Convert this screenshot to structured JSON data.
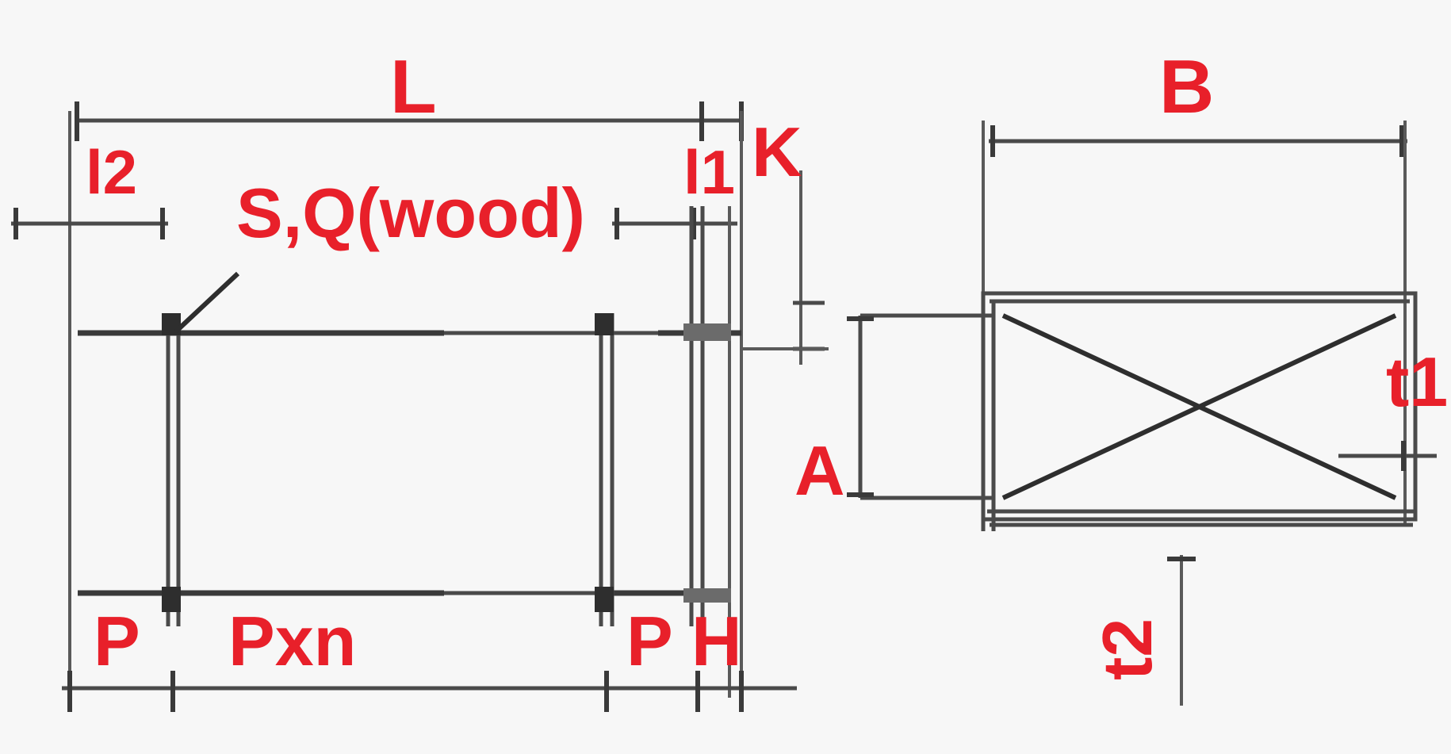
{
  "drawing": {
    "type": "engineering-dimension-drawing",
    "background_color": "#f7f7f7",
    "line_color": "#3a3a3a",
    "label_color": "#e8202a",
    "views": [
      {
        "name": "side-elevation",
        "position": "left",
        "description": "Side elevation of a frame with two vertical posts, upper and lower horizontal rails, wood pads and dimension lines."
      },
      {
        "name": "end-elevation",
        "position": "right",
        "description": "End elevation of the same frame showing a rectangle with diagonal X cross bracing."
      }
    ],
    "labels": {
      "L": "L",
      "l2": "l2",
      "l1": "l1",
      "K": "K",
      "material_note": "S,Q(wood)",
      "P_left": "P",
      "Pxn": "Pxn",
      "P_right": "P",
      "H": "H",
      "B": "B",
      "A": "A",
      "t1": "t1",
      "t2": "t2"
    },
    "dimension_lines": [
      {
        "name": "L",
        "orientation": "horizontal",
        "view": "side-elevation",
        "label": "L"
      },
      {
        "name": "l2",
        "orientation": "horizontal",
        "view": "side-elevation",
        "label": "l2"
      },
      {
        "name": "l1",
        "orientation": "horizontal",
        "view": "side-elevation",
        "label": "l1"
      },
      {
        "name": "K",
        "orientation": "vertical",
        "view": "side-elevation",
        "label": "K"
      },
      {
        "name": "P",
        "orientation": "horizontal",
        "view": "side-elevation",
        "label": "P"
      },
      {
        "name": "Pxn",
        "orientation": "horizontal",
        "view": "side-elevation",
        "label": "Pxn"
      },
      {
        "name": "H",
        "orientation": "horizontal",
        "view": "side-elevation",
        "label": "H"
      },
      {
        "name": "B",
        "orientation": "horizontal",
        "view": "end-elevation",
        "label": "B"
      },
      {
        "name": "A",
        "orientation": "vertical",
        "view": "end-elevation",
        "label": "A"
      },
      {
        "name": "t1",
        "orientation": "horizontal",
        "view": "end-elevation",
        "label": "t1"
      },
      {
        "name": "t2",
        "orientation": "vertical",
        "view": "end-elevation",
        "label": "t2"
      }
    ]
  }
}
